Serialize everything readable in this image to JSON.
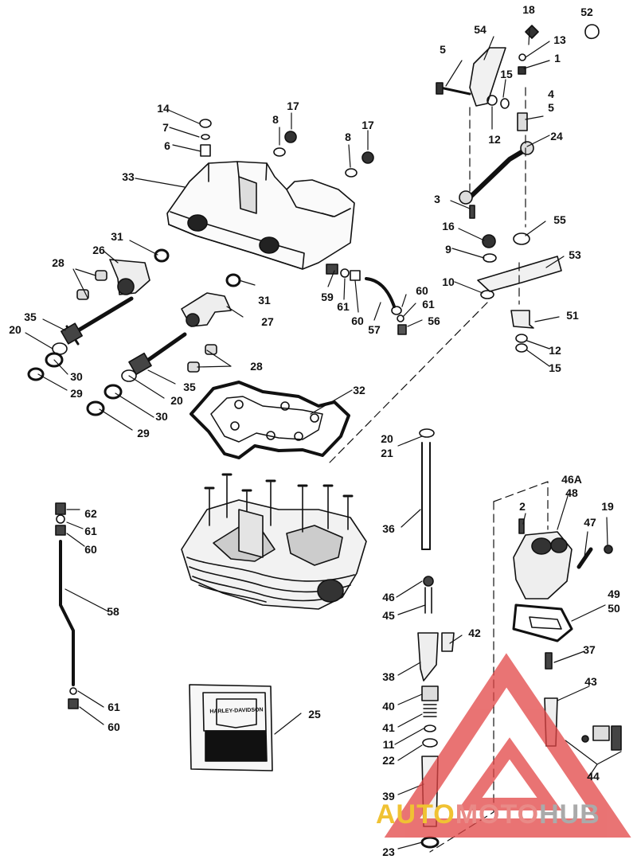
{
  "labels": {
    "l18": "18",
    "l52": "52",
    "l54": "54",
    "l5a": "5",
    "l13": "13",
    "l1a": "1",
    "l15a": "15",
    "l4": "4",
    "l5b": "5",
    "l12a": "12",
    "l24": "24",
    "l14": "14",
    "l7": "7",
    "l6": "6",
    "l8a": "8",
    "l17a": "17",
    "l8b": "8",
    "l17b": "17",
    "l33": "33",
    "l3": "3",
    "l16": "16",
    "l55": "55",
    "l9": "9",
    "l53": "53",
    "l10": "10",
    "l31a": "31",
    "l26": "26",
    "l28a": "28",
    "l59": "59",
    "l61a": "61",
    "l60a": "60",
    "l57": "57",
    "l60b": "60",
    "l61b": "61",
    "l56": "56",
    "l31b": "31",
    "l27": "27",
    "l51": "51",
    "l12b": "12",
    "l15b": "15",
    "l35a": "35",
    "l20a": "20",
    "l30a": "30",
    "l29a": "29",
    "l28b": "28",
    "l35b": "35",
    "l20b": "20",
    "l30b": "30",
    "l29b": "29",
    "l32": "32",
    "l20c": "20",
    "l21": "21",
    "l46a": "46A",
    "l48": "48",
    "l2": "2",
    "l19": "19",
    "l47": "47",
    "l62": "62",
    "l61c": "61",
    "l60c": "60",
    "l36": "36",
    "l46": "46",
    "l45": "45",
    "l49": "49",
    "l50": "50",
    "l58": "58",
    "l42": "42",
    "l37": "37",
    "l38": "38",
    "l43": "43",
    "l40": "40",
    "l61d": "61",
    "l60d": "60",
    "l25": "25",
    "l41": "41",
    "l11": "11",
    "l22": "22",
    "l44": "44",
    "l39": "39",
    "l23": "23"
  },
  "logo": {
    "text": "HARLEY-DAVIDSON"
  },
  "watermark": {
    "auto": "AUTO",
    "moto": "MOTO",
    "hub": "HUB",
    "colors": {
      "auto": "#f0c233",
      "moto": "#e98a87",
      "hub": "#aaaaaa",
      "triangle": "#e24545"
    }
  }
}
